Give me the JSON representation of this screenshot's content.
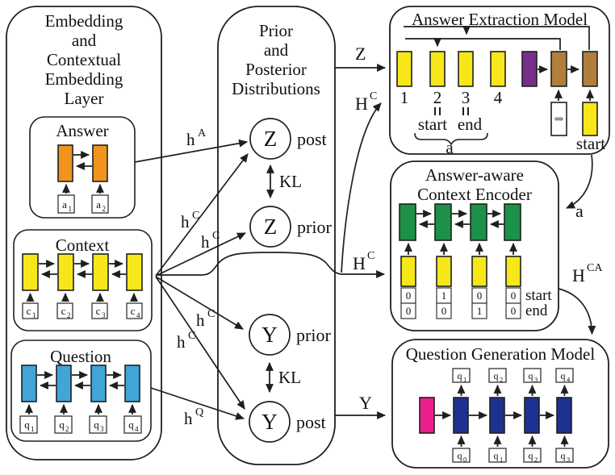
{
  "colors": {
    "orange": "#F0941D",
    "yellow": "#F7E71A",
    "blue": "#41A5D8",
    "green": "#1D9147",
    "purple": "#77308A",
    "brown": "#B17E3C",
    "pink": "#EC1E8C",
    "navy": "#1D3193"
  },
  "left_panel": {
    "title_lines": [
      "Embedding",
      "and",
      "Contextual",
      "Embedding",
      "Layer"
    ],
    "answer": {
      "title": "Answer",
      "inputs": [
        {
          "base": "a",
          "sub": "1"
        },
        {
          "base": "a",
          "sub": "2"
        }
      ]
    },
    "context": {
      "title": "Context",
      "inputs": [
        {
          "base": "c",
          "sub": "1"
        },
        {
          "base": "c",
          "sub": "2"
        },
        {
          "base": "c",
          "sub": "3"
        },
        {
          "base": "c",
          "sub": "4"
        }
      ]
    },
    "question": {
      "title": "Question",
      "inputs": [
        {
          "base": "q",
          "sub": "1"
        },
        {
          "base": "q",
          "sub": "2"
        },
        {
          "base": "q",
          "sub": "3"
        },
        {
          "base": "q",
          "sub": "4"
        }
      ]
    }
  },
  "distributions_panel": {
    "title_lines": [
      "Prior",
      "and",
      "Posterior",
      "Distributions"
    ],
    "z_post": {
      "symbol": "Z",
      "tag": "post"
    },
    "z_prior": {
      "symbol": "Z",
      "tag": "prior"
    },
    "y_prior": {
      "symbol": "Y",
      "tag": "prior"
    },
    "y_post": {
      "symbol": "Y",
      "tag": "post"
    },
    "kl_top": "KL",
    "kl_bottom": "KL"
  },
  "edges": {
    "h_a": {
      "base": "h",
      "sup": "A"
    },
    "h_c_z_post": {
      "base": "h",
      "sup": "C"
    },
    "h_c_z_prior": {
      "base": "h",
      "sup": "C"
    },
    "h_c_y_prior": {
      "base": "h",
      "sup": "C"
    },
    "h_c_y_post": {
      "base": "h",
      "sup": "C"
    },
    "h_q": {
      "base": "h",
      "sup": "Q"
    },
    "z_sample": "Z",
    "y_sample": "Y",
    "h_c_to_extraction": {
      "base": "H",
      "sup": "C"
    },
    "h_c_to_encoder": {
      "base": "H",
      "sup": "C"
    },
    "h_ca": {
      "base": "H",
      "sup": "CA"
    },
    "answer_out": "a"
  },
  "answer_extraction": {
    "title": "Answer Extraction Model",
    "positions": [
      "1",
      "2",
      "3",
      "4"
    ],
    "start_word": "start",
    "end_word": "end",
    "brace_label": "a",
    "gate_symbol": "⇒",
    "start_token": "start"
  },
  "context_encoder": {
    "title_lines": [
      "Answer-aware",
      "Context Encoder"
    ],
    "start_bits": [
      "0",
      "1",
      "0",
      "0"
    ],
    "end_bits": [
      "0",
      "0",
      "1",
      "0"
    ],
    "start_label": "start",
    "end_label": "end"
  },
  "question_generation": {
    "title": "Question Generation Model",
    "outputs": [
      {
        "base": "q",
        "sub": "1"
      },
      {
        "base": "q",
        "sub": "2"
      },
      {
        "base": "q",
        "sub": "3"
      },
      {
        "base": "q",
        "sub": "4"
      }
    ],
    "inputs": [
      {
        "base": "q",
        "sub": "0"
      },
      {
        "base": "q",
        "sub": "1"
      },
      {
        "base": "q",
        "sub": "2"
      },
      {
        "base": "q",
        "sub": "3"
      }
    ]
  }
}
